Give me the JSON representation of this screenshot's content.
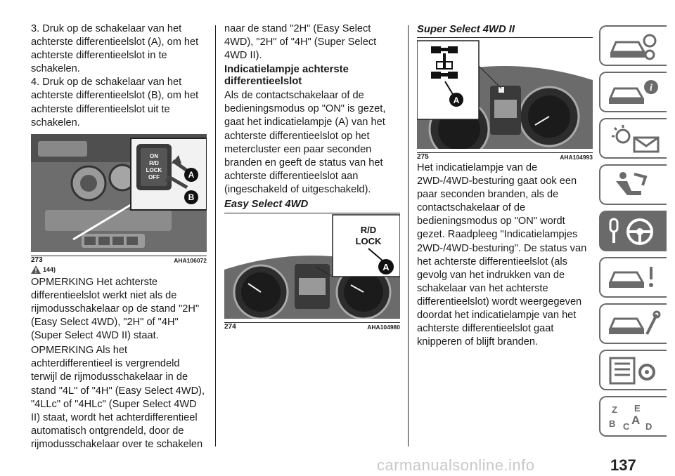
{
  "col1": {
    "p1": "3. Druk op de schakelaar van het achterste differentieelslot (A), om het achterste differentieelslot in te schakelen.",
    "p2": "4. Druk op de schakelaar van het achterste differentieelslot (B), om het achterste differentieelslot uit te schakelen.",
    "fig": {
      "num": "273",
      "code": "AHA106072",
      "switch_lines": [
        "ON",
        "R/D",
        "LOCK",
        "OFF"
      ],
      "label_a": "A",
      "label_b": "B"
    },
    "warn_ref": "144)",
    "p3": "OPMERKING Het achterste differentieelslot werkt niet als de rijmodusschakelaar op de stand \"2H\" (Easy Select 4WD), \"2H\" of \"4H\" (Super Select 4WD II) staat.",
    "p4": "OPMERKING Als het achterdifferentieel is vergrendeld terwijl de rijmodusschakelaar in de stand \"4L\" of \"4H\" (Easy Select 4WD), \"4LLc\" of \"4HLc\" (Super Select 4WD II) staat, wordt het achterdifferentieel automatisch ontgrendeld, door de rijmodusschakelaar over te schakelen"
  },
  "col2": {
    "p1": "naar de stand \"2H\" (Easy Select 4WD), \"2H\" of \"4H\" (Super Select 4WD II).",
    "heading": "Indicatielampje achterste differentieelslot",
    "p2": "Als de contactschakelaar of de bedieningsmodus op \"ON\" is gezet, gaat het indicatielampje (A) van het achterste differentieelslot op het metercluster een paar seconden branden en geeft de status van het achterste differentieelslot aan (ingeschakeld of uitgeschakeld).",
    "section": "Easy Select 4WD",
    "fig": {
      "num": "274",
      "code": "AHA104980",
      "lamp_line1": "R/D",
      "lamp_line2": "LOCK",
      "label_a": "A"
    }
  },
  "col3": {
    "section": "Super Select 4WD II",
    "fig": {
      "num": "275",
      "code": "AHA104993",
      "label_a": "A"
    },
    "p1": "Het indicatielampje van de 2WD-/4WD-besturing gaat ook een paar seconden branden, als de contactschakelaar of de bedieningsmodus op \"ON\" wordt gezet. Raadpleeg \"Indicatielampjes 2WD-/4WD-besturing\". De status van het achterste differentieelslot (als gevolg van het indrukken van de schakelaar van het achterste differentieelslot) wordt weergegeven doordat het indicatielampje van het achterste differentieelslot gaat knipperen of blijft branden."
  },
  "tabs": [
    {
      "icon": "car-dashboard-icon",
      "active": false
    },
    {
      "icon": "car-info-icon",
      "active": false
    },
    {
      "icon": "warning-lights-message-icon",
      "active": false
    },
    {
      "icon": "seat-airbag-icon",
      "active": false
    },
    {
      "icon": "key-steering-wheel-icon",
      "active": true
    },
    {
      "icon": "car-breakdown-icon",
      "active": false
    },
    {
      "icon": "car-maintenance-icon",
      "active": false
    },
    {
      "icon": "specifications-list-icon",
      "active": false
    },
    {
      "icon": "alphabetical-index-icon",
      "active": false
    }
  ],
  "page_number": "137",
  "watermark": "carmanualsonline.info",
  "colors": {
    "active_tab": "#6a6a6a",
    "tab_border": "#6b6b6b",
    "text": "#1a1a1a"
  }
}
